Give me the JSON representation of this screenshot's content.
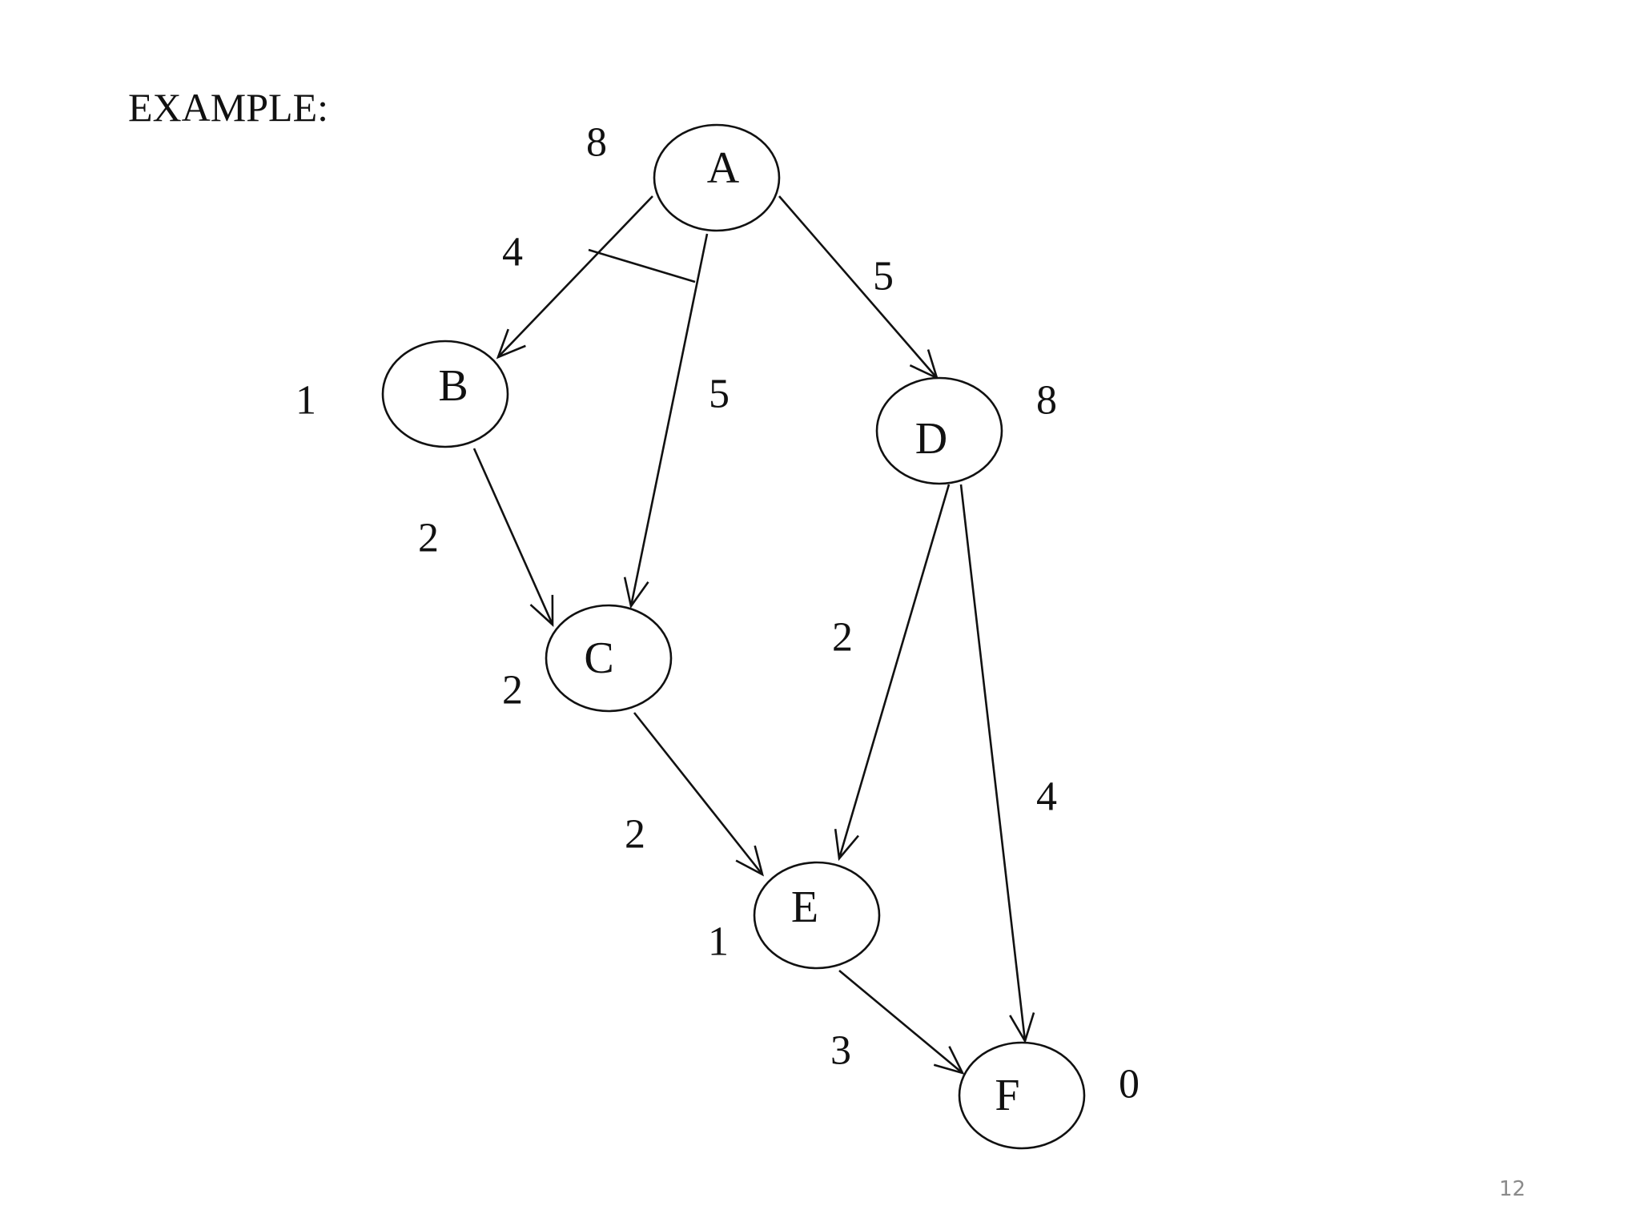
{
  "slide": {
    "title": "EXAMPLE:",
    "page_number": "12"
  },
  "graph": {
    "nodes": [
      {
        "id": "A",
        "label": "A",
        "heuristic": "8"
      },
      {
        "id": "B",
        "label": "B",
        "heuristic": "1"
      },
      {
        "id": "C",
        "label": "C",
        "heuristic": "2"
      },
      {
        "id": "D",
        "label": "D",
        "heuristic": "8"
      },
      {
        "id": "E",
        "label": "E",
        "heuristic": "1"
      },
      {
        "id": "F",
        "label": "F",
        "heuristic": "0"
      }
    ],
    "edges": [
      {
        "from": "A",
        "to": "B",
        "cost": "4"
      },
      {
        "from": "A",
        "to": "C",
        "cost": "5"
      },
      {
        "from": "A",
        "to": "D",
        "cost": "5"
      },
      {
        "from": "B",
        "to": "C",
        "cost": "2"
      },
      {
        "from": "C",
        "to": "E",
        "cost": "2"
      },
      {
        "from": "D",
        "to": "E",
        "cost": "2"
      },
      {
        "from": "D",
        "to": "F",
        "cost": "4"
      },
      {
        "from": "E",
        "to": "F",
        "cost": "3"
      }
    ],
    "and_groups": [
      {
        "from": "A",
        "edges_to": [
          "B",
          "C"
        ]
      }
    ]
  }
}
